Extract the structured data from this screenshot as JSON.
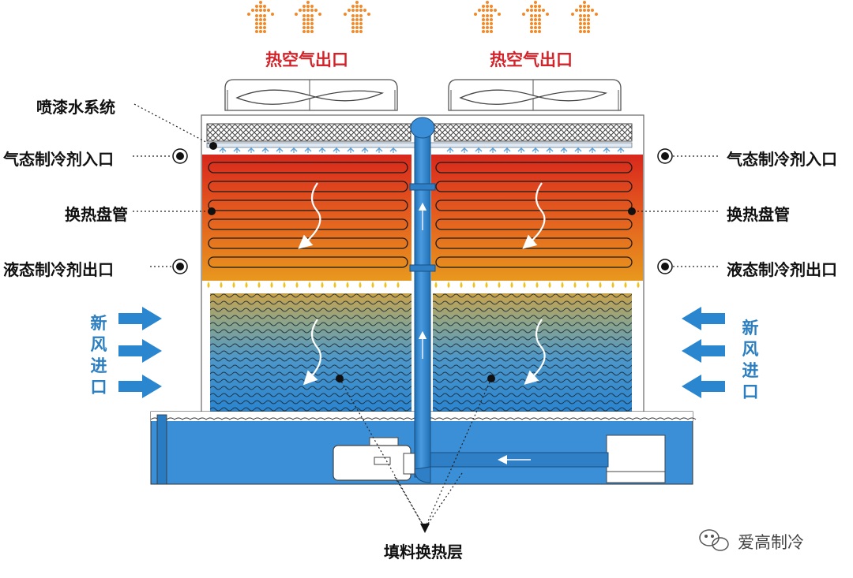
{
  "labels": {
    "hot_air_outlet_left": "热空气出口",
    "hot_air_outlet_right": "热空气出口",
    "spray_system": "喷漆水系统",
    "gas_refrigerant_inlet_left": "气态制冷剂入口",
    "gas_refrigerant_inlet_right": "气态制冷剂入口",
    "heat_exchange_coil_left": "换热盘管",
    "heat_exchange_coil_right": "换热盘管",
    "liquid_refrigerant_outlet_left": "液态制冷剂出口",
    "liquid_refrigerant_outlet_right": "液态制冷剂出口",
    "fresh_air_inlet_left": "新风进口",
    "fresh_air_inlet_right": "新风进口",
    "fill_layer": "填料换热层"
  },
  "watermark": {
    "text": "爱高制冷",
    "icon": "wechat-icon"
  },
  "colors": {
    "hot_air_arrow": "#f08a2a",
    "hot_label": "#d2232a",
    "coil_top": "#d8281c",
    "coil_bottom": "#e8941c",
    "fill_top": "#c9a34e",
    "fill_bottom": "#2b86cf",
    "basin_water": "#3b8fd6",
    "pipe": "#2f7fc6",
    "fresh_air_arrow": "#2b7fc1",
    "label_text": "#111111"
  }
}
